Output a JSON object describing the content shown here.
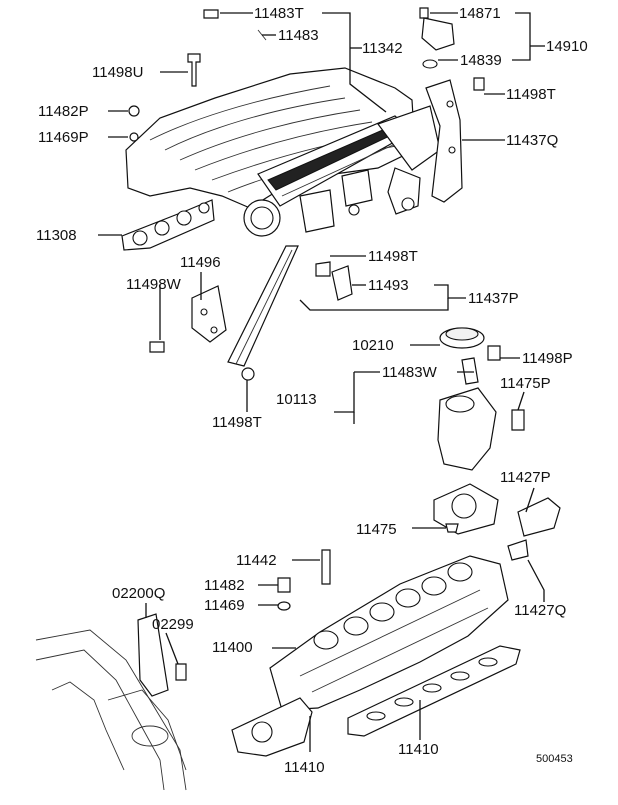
{
  "diagram": {
    "part_labels": [
      "11483T",
      "11483",
      "11342",
      "14871",
      "14910",
      "14839",
      "11498U",
      "11498T",
      "11482P",
      "11469P",
      "11437Q",
      "11308",
      "11496",
      "11498T",
      "11498W",
      "11493",
      "11437P",
      "10210",
      "11498P",
      "10113",
      "11483W",
      "11475P",
      "11498T",
      "11427P",
      "11475",
      "11442",
      "02200Q",
      "11482",
      "11469",
      "02299",
      "11427Q",
      "11400",
      "11410",
      "11410"
    ],
    "diagram_id": "500453"
  }
}
